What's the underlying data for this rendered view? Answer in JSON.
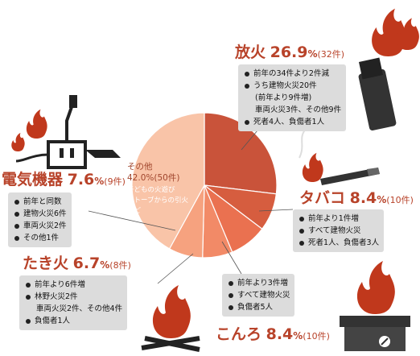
{
  "chart_data": {
    "type": "pie",
    "slices": [
      {
        "name": "放火",
        "value": 26.9,
        "count": "32件",
        "color": "#c9533a"
      },
      {
        "name": "タバコ",
        "value": 8.4,
        "count": "10件",
        "color": "#d65d3f"
      },
      {
        "name": "こんろ",
        "value": 8.4,
        "count": "10件",
        "color": "#ea7150"
      },
      {
        "name": "たき火",
        "value": 6.7,
        "count": "8件",
        "color": "#f28a67"
      },
      {
        "name": "電気機器",
        "value": 7.6,
        "count": "9件",
        "color": "#f6a27f"
      },
      {
        "name": "その他",
        "value": 42.0,
        "count": "50件",
        "color": "#f9c4a8"
      }
    ]
  },
  "labels": {
    "arson": {
      "name": "放火",
      "pct": "26.9",
      "unit": "%",
      "count": "(32件)"
    },
    "tobacco": {
      "name": "タバコ",
      "pct": "8.4",
      "unit": "%",
      "count": "(10件)"
    },
    "stove": {
      "name": "こんろ",
      "pct": "8.4",
      "unit": "%",
      "count": "(10件)"
    },
    "bonfire": {
      "name": "たき火",
      "pct": "6.7",
      "unit": "%",
      "count": "(8件)"
    },
    "electric": {
      "name": "電気機器",
      "pct": "7.6",
      "unit": "%",
      "count": "(9件)"
    },
    "other": {
      "name": "その他",
      "pct": "42.0%(50件)",
      "note1": "子どもの火遊び",
      "note2": "ストーブからの引火",
      "note3": "など"
    }
  },
  "notes": {
    "arson": [
      "前年の34件より2件減",
      "うち建物火災20件",
      "(前年より9件増)",
      "車両火災3件、その他9件",
      "死者4人、負傷者1人"
    ],
    "tobacco": [
      "前年より1件増",
      "すべて建物火災",
      "死者1人、負傷者3人"
    ],
    "stove": [
      "前年より3件増",
      "すべて建物火災",
      "負傷者5人"
    ],
    "bonfire": [
      "前年より6件増",
      "林野火災2件",
      "車両火災2件、その他4件",
      "負傷者1人"
    ],
    "electric": [
      "前年と同数",
      "建物火災6件",
      "車両火災2件",
      "その他1件"
    ]
  },
  "icons": [
    "plug-icon",
    "lighter-icon",
    "cigarette-icon",
    "stove-icon",
    "campfire-icon",
    "flame-icon"
  ]
}
